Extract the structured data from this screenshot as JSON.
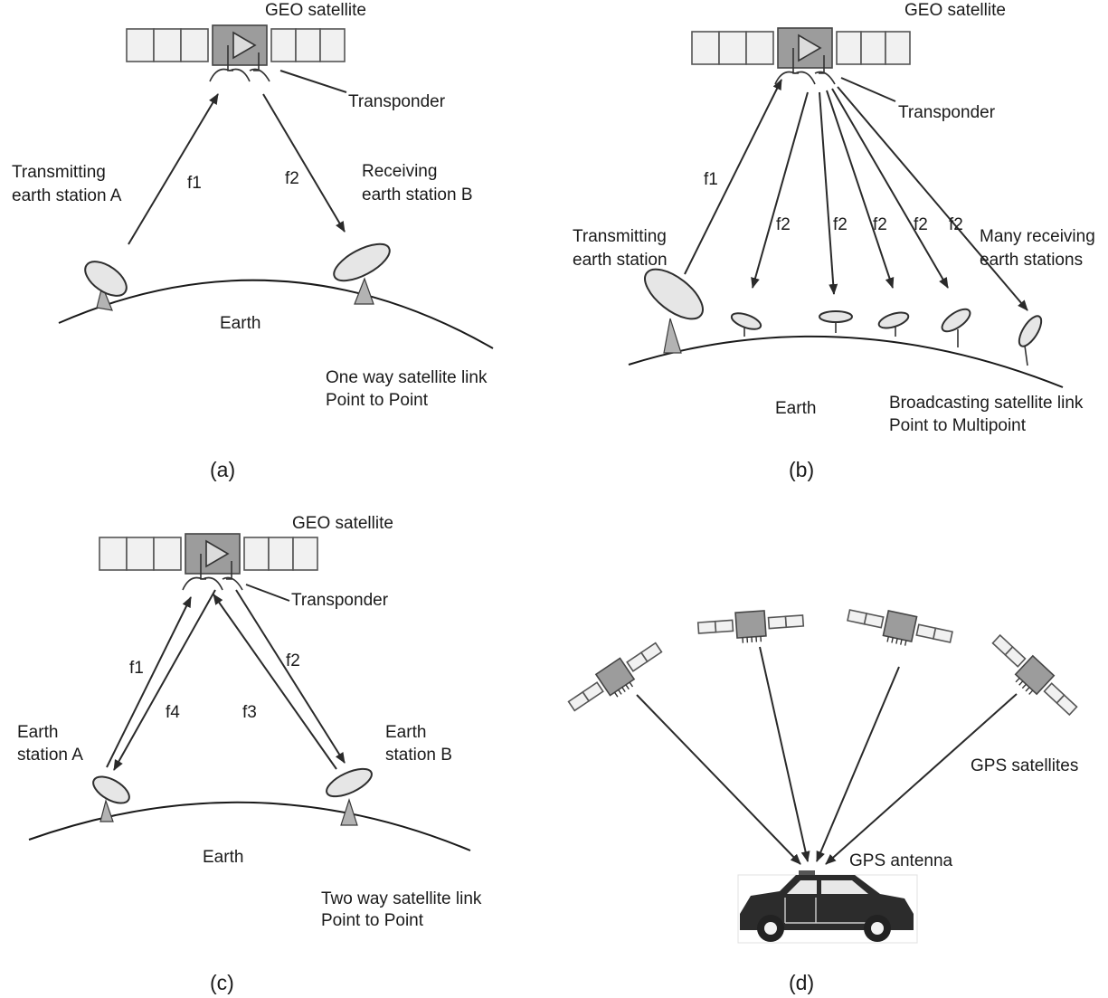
{
  "panel_a": {
    "caption": "(a)",
    "satellite": "GEO satellite",
    "transponder": "Transponder",
    "tx_line1": "Transmitting",
    "tx_line2": "earth station A",
    "rx_line1": "Receiving",
    "rx_line2": "earth station B",
    "uplink": "f1",
    "downlink": "f2",
    "earth": "Earth",
    "desc_line1": "One way satellite link",
    "desc_line2": "Point to Point"
  },
  "panel_b": {
    "caption": "(b)",
    "satellite": "GEO satellite",
    "transponder": "Transponder",
    "tx_line1": "Transmitting",
    "tx_line2": "earth station",
    "rx_line1": "Many receiving",
    "rx_line2": "earth stations",
    "uplink": "f1",
    "downlinks": [
      "f2",
      "f2",
      "f2",
      "f2",
      "f2"
    ],
    "earth": "Earth",
    "desc_line1": "Broadcasting satellite link",
    "desc_line2": "Point to Multipoint"
  },
  "panel_c": {
    "caption": "(c)",
    "satellite": "GEO satellite",
    "transponder": "Transponder",
    "station_a_line1": "Earth",
    "station_a_line2": "station A",
    "station_b_line1": "Earth",
    "station_b_line2": "station B",
    "f1": "f1",
    "f2": "f2",
    "f3": "f3",
    "f4": "f4",
    "earth": "Earth",
    "desc_line1": "Two way satellite link",
    "desc_line2": "Point to Point"
  },
  "panel_d": {
    "caption": "(d)",
    "satellites": "GPS satellites",
    "antenna": "GPS antenna"
  }
}
